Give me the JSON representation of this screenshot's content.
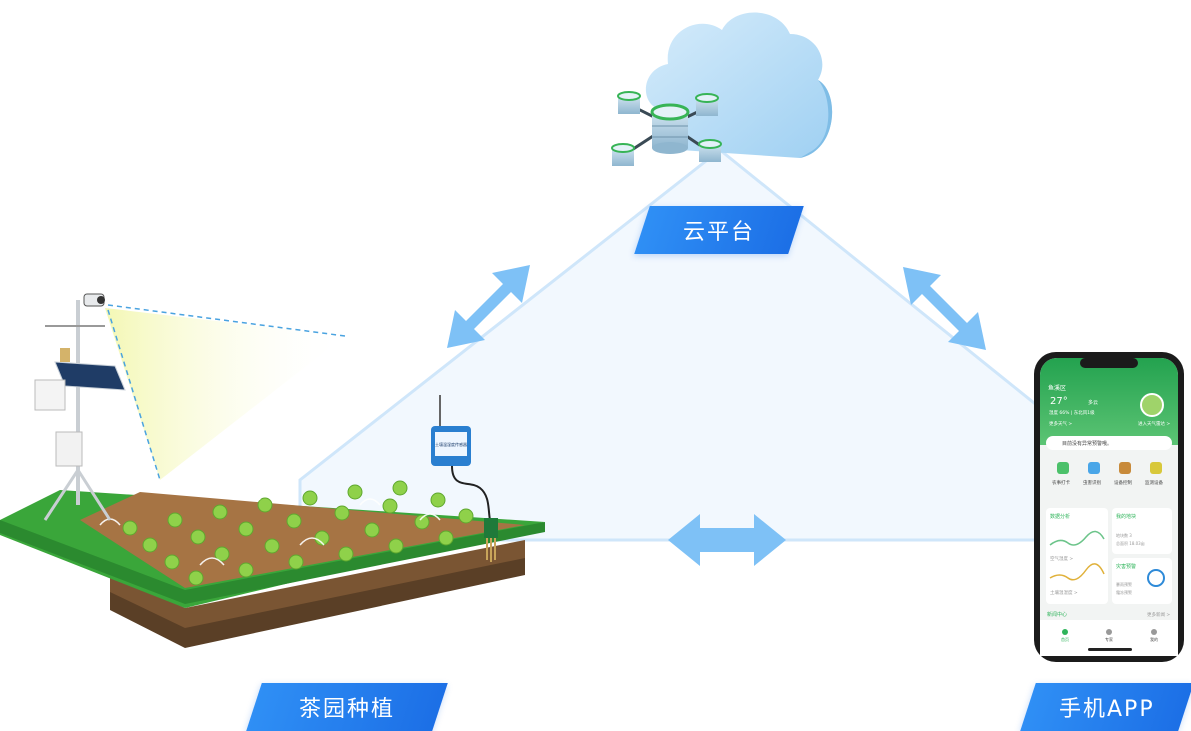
{
  "labels": {
    "cloud": "云平台",
    "garden": "茶园种植",
    "app": "手机APP"
  },
  "device_screen": {
    "title": "土壤温湿度传感器"
  },
  "phone": {
    "location": "鱼溪区",
    "temperature": "27°",
    "weather": "多云",
    "humidity_line": "湿度 66% | 东北风1级",
    "more_weather": "更多天气 >",
    "weather_link": "进入天气雷达 >",
    "alert": "目前没有异常预警哦。",
    "quick_actions": [
      "农事打卡",
      "虫害识别",
      "设备控制",
      "监测设备"
    ],
    "card_data_title": "数据分析",
    "card_data_rows": [
      "空气湿度 >",
      "土壤温湿度 >"
    ],
    "card_plots_title": "我的地块",
    "card_plots_rows": [
      "地块数 3",
      "总面积 18.03亩"
    ],
    "card_warning_title": "灾害预警",
    "card_warning_rows": [
      "暴雨预警",
      "霜冻预警"
    ],
    "news_title": "新闻中心",
    "news_more": "更多新闻 >",
    "nav": [
      "首页",
      "专家",
      "我的"
    ]
  },
  "colors": {
    "label_blue": "#2f8ff5",
    "arrow_blue": "#7ec1f6",
    "app_green": "#2eb45a",
    "field_green": "#3aa63a"
  }
}
